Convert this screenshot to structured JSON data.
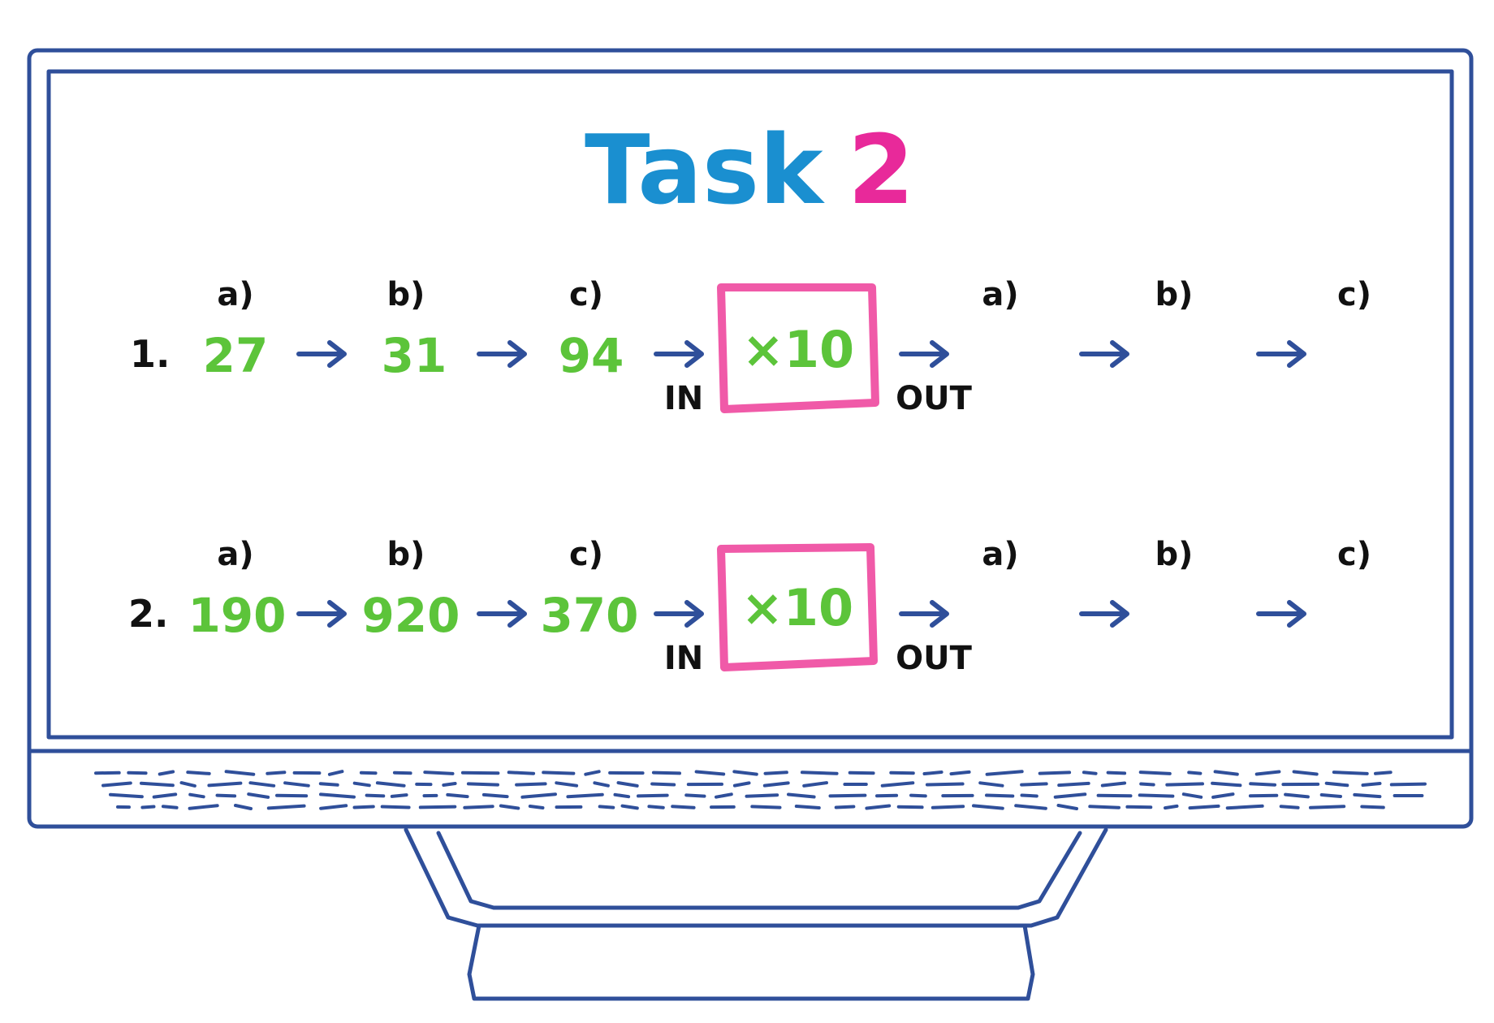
{
  "title": {
    "word": "Task",
    "number": "2",
    "word_color": "#1a8fd0",
    "number_color": "#e8299a"
  },
  "colors": {
    "outline": "#2f4f9a",
    "values": "#5cc43a",
    "ink": "#111111",
    "machine": "#f05aa8"
  },
  "rows": [
    {
      "number": "1.",
      "inputs": [
        {
          "label": "a)",
          "value": "27"
        },
        {
          "label": "b)",
          "value": "31"
        },
        {
          "label": "c)",
          "value": "94"
        }
      ],
      "in_label": "IN",
      "machine": "×10",
      "out_label": "OUT",
      "outputs": [
        {
          "label": "a)",
          "value": ""
        },
        {
          "label": "b)",
          "value": ""
        },
        {
          "label": "c)",
          "value": ""
        }
      ]
    },
    {
      "number": "2.",
      "inputs": [
        {
          "label": "a)",
          "value": "190"
        },
        {
          "label": "b)",
          "value": "920"
        },
        {
          "label": "c)",
          "value": "370"
        }
      ],
      "in_label": "IN",
      "machine": "×10",
      "out_label": "OUT",
      "outputs": [
        {
          "label": "a)",
          "value": ""
        },
        {
          "label": "b)",
          "value": ""
        },
        {
          "label": "c)",
          "value": ""
        }
      ]
    }
  ]
}
